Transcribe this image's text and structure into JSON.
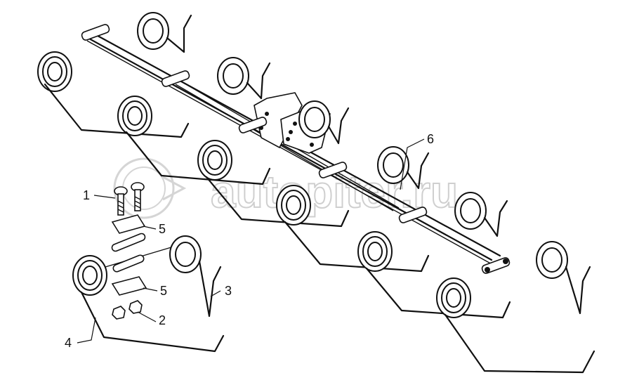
{
  "watermark": {
    "text": "autopiter.ru"
  },
  "callouts": [
    {
      "id": "c1",
      "label": "1"
    },
    {
      "id": "c2",
      "label": "2"
    },
    {
      "id": "c3",
      "label": "3"
    },
    {
      "id": "c4",
      "label": "4"
    },
    {
      "id": "c5a",
      "label": "5"
    },
    {
      "id": "c5b",
      "label": "5"
    },
    {
      "id": "c6",
      "label": "6"
    }
  ]
}
